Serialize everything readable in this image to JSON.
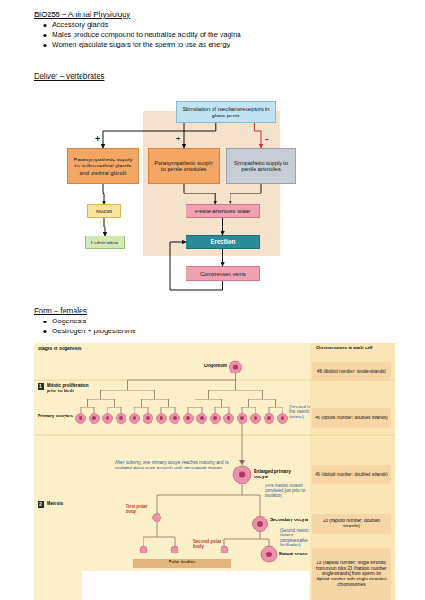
{
  "diagram": {
    "title": "BIO258 – Animal Physiology",
    "nodes": [
      {
        "text": [
          "Stimulation of mechanoreceptors in glans penis"
        ]
      },
      {
        "text": [
          "Parasympathetic supply to bulbourethral glands and urethral glands"
        ]
      },
      {
        "text": [
          "Parasympathetic supply to penile arterioles"
        ]
      },
      {
        "text": [
          "Sympathetic supply to penile arterioles"
        ]
      },
      {
        "text": [
          "Mucus"
        ]
      },
      {
        "text": [
          "Lubrication"
        ]
      },
      {
        "text": [
          "Penile arterioles dilate"
        ]
      },
      {
        "text": [
          "Erection"
        ]
      },
      {
        "text": [
          "Compresses veins"
        ]
      }
    ],
    "edges": [
      {
        "from": 0,
        "to": 1,
        "arrow": "to",
        "label": "+"
      },
      {
        "from": 0,
        "to": 2,
        "arrow": "to",
        "label": "+"
      },
      {
        "from": 0,
        "to": 3,
        "arrow": "to",
        "label": "–"
      },
      {
        "from": 1,
        "to": 4,
        "arrow": "to"
      },
      {
        "from": 4,
        "to": 5,
        "arrow": "to"
      },
      {
        "from": 2,
        "to": 6,
        "arrow": "to"
      },
      {
        "from": 3,
        "to": 6,
        "arrow": "to"
      },
      {
        "from": 6,
        "to": 7,
        "arrow": "to"
      },
      {
        "from": 7,
        "to": 8,
        "arrow": "to"
      },
      {
        "from": 8,
        "to": 7,
        "arrow": "to"
      }
    ],
    "labels": [
      "Accessory glands",
      "Males produce compound to neutralise acidity of the vagina",
      "Women ejaculate sugars for the sperm to use as energy",
      "Deliver – vertebrates",
      "Form – females",
      "Oogenesis",
      "Oestrogen + progesterone",
      "Stages of oogenesis",
      "Chromosomes in each cell",
      "Oogonium",
      "1",
      "Mitotic proliferation prior to birth",
      "Primary oocytes",
      "(Arrested in first meiotic division)",
      "46 (diploid number; single strands)",
      "46 (diploid number; doubled strands)",
      "After puberty, one primary oocyte reaches maturity and is ovulated about once a month until menopause ensues",
      "Enlarged primary oocyte",
      "46 (diploid number; doubled strands)",
      "(First meiotic division completed just prior to ovulation)",
      "2",
      "Meiosis",
      "First polar body",
      "Secondary oocyte",
      "23 (haploid number; doubled strands)",
      "(Second meiotic division completed after fertilization)",
      "Second polar body",
      "Mature ovum",
      "23 (haploid number; single strands) from ovum plus 23 (haploid number; single strands) from sperm for diploid number with single-stranded chromosomes",
      "Polar bodies"
    ]
  }
}
